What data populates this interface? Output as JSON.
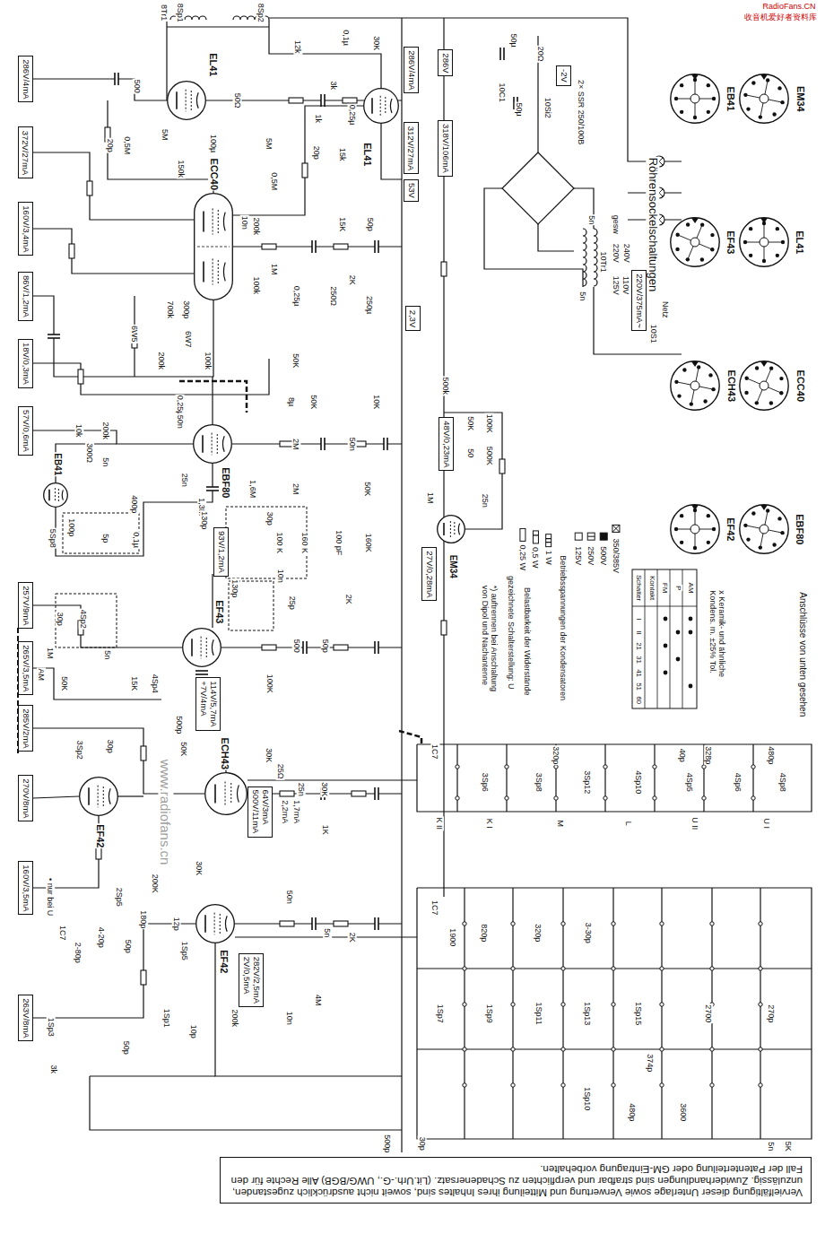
{
  "diagram": {
    "nodes": [
      {
        "text": [
          "286V/4mA"
        ]
      },
      {
        "text": [
          "372V/27mA"
        ]
      },
      {
        "text": [
          "160V/3,4mA"
        ]
      },
      {
        "text": [
          "86V/1,2mA"
        ]
      },
      {
        "text": [
          "18V/0,3mA"
        ]
      },
      {
        "text": [
          "57V/0,6mA"
        ]
      },
      {
        "text": [
          "257V/9mA"
        ]
      },
      {
        "text": [
          "265V/3,5mA"
        ]
      },
      {
        "text": [
          "285V/2mA"
        ]
      },
      {
        "text": [
          "270V/8mA"
        ]
      },
      {
        "text": [
          "160V/3,5mA"
        ]
      },
      {
        "text": [
          "263V/8mA"
        ]
      },
      {
        "text": [
          "286V/4mA"
        ]
      },
      {
        "text": [
          "312V/27mA"
        ]
      },
      {
        "text": [
          "53V"
        ]
      },
      {
        "text": [
          "2,3V"
        ]
      },
      {
        "text": [
          "286V"
        ]
      },
      {
        "text": [
          "318V/106mA"
        ]
      },
      {
        "text": [
          "-2V"
        ]
      },
      {
        "text": [
          "220V/375mA~"
        ]
      },
      {
        "text": [
          "48V/0,23mA"
        ]
      },
      {
        "text": [
          "27V/0,28mA"
        ]
      },
      {
        "text": [
          "93V/1,2mA"
        ]
      },
      {
        "text": [
          "114V/5,7mA",
          "+7V/4mA"
        ]
      },
      {
        "text": [
          "64V/3mA",
          "500V/11mA"
        ]
      },
      {
        "text": [
          "282V/2,5mA",
          "2V/0,5mA"
        ]
      },
      {
        "text": [
          "EL41"
        ]
      },
      {
        "text": [
          "EL41"
        ]
      },
      {
        "text": [
          "ECC40"
        ]
      },
      {
        "text": [
          "EBF80"
        ]
      },
      {
        "text": [
          "EB41"
        ]
      },
      {
        "text": [
          "EF43"
        ]
      },
      {
        "text": [
          "ECH43"
        ]
      },
      {
        "text": [
          "EF42"
        ]
      },
      {
        "text": [
          "EF42"
        ]
      },
      {
        "text": [
          "EM34"
        ]
      },
      {
        "text": [
          "EB41"
        ]
      },
      {
        "text": [
          "EM34"
        ]
      },
      {
        "text": [
          "EF43"
        ]
      },
      {
        "text": [
          "EL41"
        ]
      },
      {
        "text": [
          "ECH43"
        ]
      },
      {
        "text": [
          "ECC40"
        ]
      },
      {
        "text": [
          "EF42"
        ]
      },
      {
        "text": [
          "EBF80"
        ]
      },
      {
        "text": [
          "Vervielfältigung dieser Unterlage sowie Verwertung und Mitteilung ihres Inhaltes sind, soweit nicht ausdrücklich zugestanden, unzulässig. Zuwiderhandlungen sind strafbar und verpflichten zu Schadenersatz. (Lit.Urh.-G., UWG/BGB) Alle Rechte für den Fall der Patenterteilung oder GM-Eintragung vorbehalten."
        ]
      }
    ],
    "labels": [
      "RadioFans.CN",
      "收音机爱好者资料库",
      "www.radiofans.cn",
      "8Tr1",
      "8Sp1",
      "8Sp2",
      "12k",
      "0,1µ",
      "30K",
      "3k",
      "500",
      "1k",
      "50Ω",
      "5M",
      "0,5M",
      "20p",
      "100µ",
      "150k",
      "5M",
      "20p",
      "15k",
      "0,25µ",
      "0,5M",
      "10n",
      "200k",
      "1M",
      "100k",
      "15K",
      "50p",
      "0,25µ",
      "250Ω",
      "2K",
      "250µ",
      "700k",
      "300p",
      "6W5",
      "6W7",
      "200k",
      "100k",
      "50K",
      "0,25µ",
      "8µ",
      "50K",
      "10K",
      "200k",
      "10k",
      "300Ω",
      "5n",
      "50n",
      "25n",
      "1,3M",
      "2M",
      "50n",
      "1,6M",
      "2M",
      "50K",
      "400p",
      "100p",
      "5Sp8",
      "5p",
      "0,1µ",
      "130p",
      "30p",
      "100 K",
      "160 K",
      "100 pF",
      "160K",
      "10n",
      "25p",
      "2K",
      "130p",
      "4Sp2",
      "30p",
      "5n",
      "1M",
      "AM",
      "50K",
      "500",
      "50p",
      "100K",
      "15K",
      "4Sp4",
      "500p",
      "50K",
      "30K",
      "25Ω",
      "25n",
      "30K",
      "2,2mA",
      "1,7mA",
      "1K",
      "3Sp2",
      "30p",
      "• nur bei U",
      "200K",
      "30K",
      "4-20p",
      "2-80p",
      "1C7",
      "12p",
      "50p",
      "2Sp5",
      "180p",
      "1Sp5",
      "200k",
      "50n",
      "5n",
      "2K",
      "4M",
      "10n",
      "10p",
      "1Sp1",
      "3k",
      "1Sp3",
      "50p",
      "30p",
      "500p",
      "5n",
      "5K",
      "1C7",
      "3Sp6",
      "3Sp8",
      "320p",
      "3Sp12",
      "4Sp10",
      "40p",
      "4Sp5",
      "328p",
      "4Sp6",
      "480p",
      "4Sp8",
      "K II",
      "K I",
      "M",
      "L",
      "U II",
      "U I",
      "1C7",
      "1900",
      "820p",
      "320p",
      "3-30p",
      "1Sp7",
      "1Sp9",
      "1Sp11",
      "1Sp13",
      "1Sp15",
      "374p",
      "480p",
      "2700",
      "3600",
      "270p",
      "1Sp10",
      "10C1",
      "50µ",
      "50µ",
      "20Ω",
      "10Si2",
      "2× SSR 250/100B",
      "5n",
      "10Tr1",
      "220V",
      "240V",
      "125V",
      "110V",
      "10S1",
      "Netz",
      "5n",
      "gesw",
      "500k",
      "50K",
      "100K",
      "500K",
      "50",
      "25n",
      "1M",
      "*) auftrennen bei Anschaltung von Dipol und Nachantenne",
      "gezeichnete Schalterstellung: U",
      "Belastbarkeit der Widerstände",
      "Betriebsspannungen der Kondensatoren",
      "Schalter",
      "I",
      "II",
      "21",
      "31",
      "41",
      "51",
      "60",
      "Kontakt",
      "FM",
      "P",
      "AM",
      "x Keramik- und ähnliche Kondens. m. ±25% Tol.",
      "Röhrensockelschaltungen",
      "Anschlüsse von unten gesehen"
    ],
    "legend": [
      {
        "text": "125V"
      },
      {
        "text": "250V"
      },
      {
        "text": "500V"
      },
      {
        "text": "350/385V"
      },
      {
        "text": "0,25 W"
      },
      {
        "text": "0,5 W"
      },
      {
        "text": "1 W"
      }
    ]
  }
}
